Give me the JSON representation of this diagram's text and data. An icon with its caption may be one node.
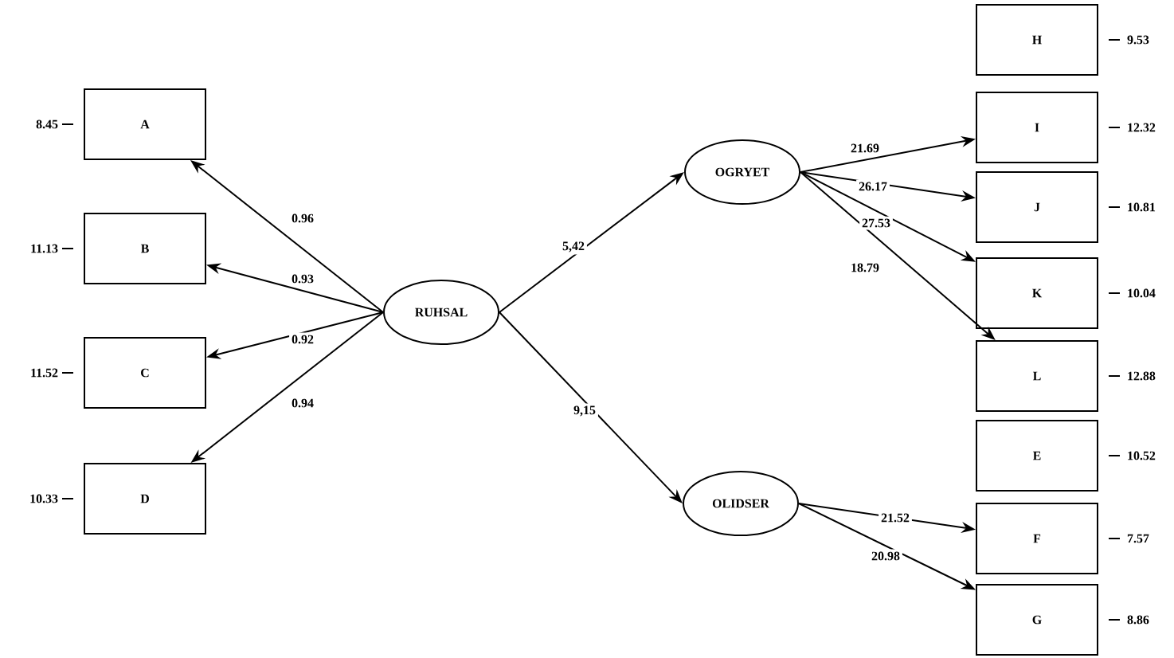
{
  "diagram": {
    "nodes": [
      {
        "text": [
          "A"
        ],
        "beside": [
          "8.45"
        ]
      },
      {
        "text": [
          "B"
        ],
        "beside": [
          "11.13"
        ]
      },
      {
        "text": [
          "C"
        ],
        "beside": [
          "11.52"
        ]
      },
      {
        "text": [
          "D"
        ],
        "beside": [
          "10.33"
        ]
      },
      {
        "text": [
          "RUHSAL"
        ]
      },
      {
        "text": [
          "OGRYET"
        ]
      },
      {
        "text": [
          "OLIDSER"
        ]
      },
      {
        "text": [
          "H"
        ],
        "beside": [
          "9.53"
        ]
      },
      {
        "text": [
          "I"
        ],
        "beside": [
          "12.32"
        ]
      },
      {
        "text": [
          "J"
        ],
        "beside": [
          "10.81"
        ]
      },
      {
        "text": [
          "K"
        ],
        "beside": [
          "10.04"
        ]
      },
      {
        "text": [
          "L"
        ],
        "beside": [
          "12.88"
        ]
      },
      {
        "text": [
          "E"
        ],
        "beside": [
          "10.52"
        ]
      },
      {
        "text": [
          "F"
        ],
        "beside": [
          "7.57"
        ]
      },
      {
        "text": [
          "G"
        ],
        "beside": [
          "8.86"
        ]
      }
    ],
    "edges": [
      {
        "from": 4,
        "to": 0,
        "arrow": "to",
        "label": "0.96"
      },
      {
        "from": 4,
        "to": 1,
        "arrow": "to",
        "label": "0.93"
      },
      {
        "from": 4,
        "to": 2,
        "arrow": "to",
        "label": "0.92"
      },
      {
        "from": 4,
        "to": 3,
        "arrow": "to",
        "label": "0.94"
      },
      {
        "from": 4,
        "to": 5,
        "arrow": "to",
        "label": "5,42"
      },
      {
        "from": 4,
        "to": 6,
        "arrow": "to",
        "label": "9,15"
      },
      {
        "from": 5,
        "to": 8,
        "arrow": "to",
        "label": "21.69"
      },
      {
        "from": 5,
        "to": 9,
        "arrow": "to",
        "label": "26.17"
      },
      {
        "from": 5,
        "to": 10,
        "arrow": "to",
        "label": "27.53"
      },
      {
        "from": 5,
        "to": 11,
        "arrow": "to",
        "label": "18.79"
      },
      {
        "from": 6,
        "to": 13,
        "arrow": "to",
        "label": "21.52"
      },
      {
        "from": 6,
        "to": 14,
        "arrow": "to",
        "label": "20.98"
      }
    ]
  }
}
